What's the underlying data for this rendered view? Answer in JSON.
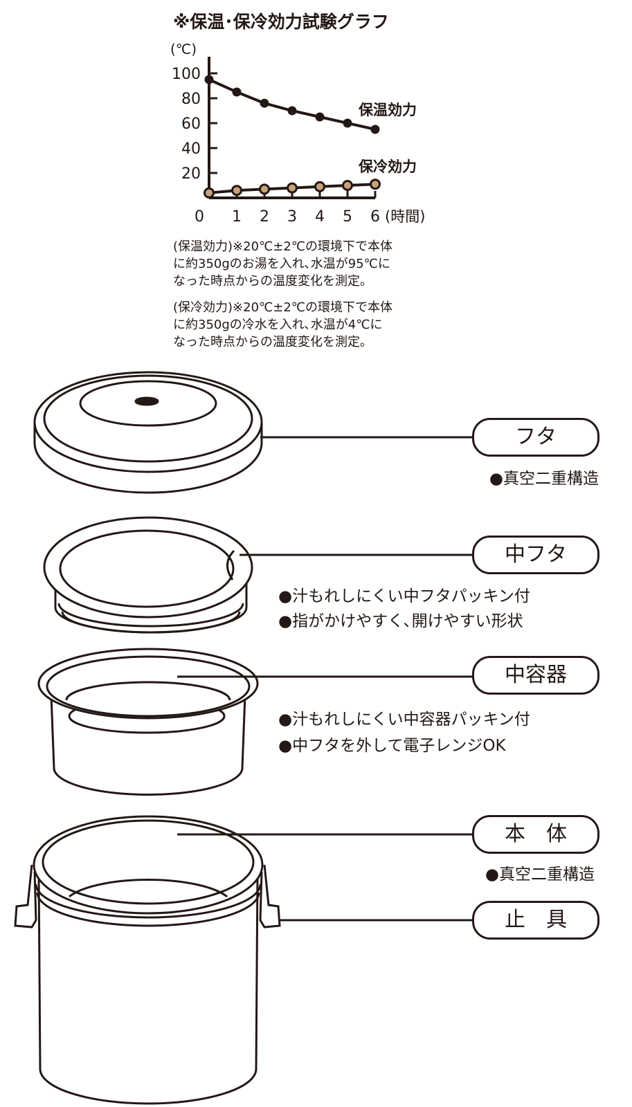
{
  "chart_data": {
    "type": "line",
    "title": "※保温･保冷効力試験グラフ",
    "ylabel": "(℃)",
    "xlabel": "(時間)",
    "x": [
      0,
      1,
      2,
      3,
      4,
      5,
      6
    ],
    "x_ticks": [
      "0",
      "1",
      "2",
      "3",
      "4",
      "5",
      "6"
    ],
    "y_ticks": [
      "20",
      "40",
      "60",
      "80",
      "100"
    ],
    "xlim": [
      0,
      6
    ],
    "ylim": [
      0,
      100
    ],
    "series": [
      {
        "name": "保温効力",
        "values": [
          95,
          85,
          76,
          70,
          65,
          60,
          55
        ]
      },
      {
        "name": "保冷効力",
        "values": [
          4,
          6,
          7,
          8,
          9,
          10,
          11
        ]
      }
    ],
    "grid": false
  },
  "notes": [
    [
      "(保温効力)※20℃±2℃の環境下で本体",
      "に約350gのお湯を入れ､水温が95℃に",
      "なった時点からの温度変化を測定｡"
    ],
    [
      "(保冷効力)※20℃±2℃の環境下で本体",
      "に約350gの冷水を入れ､水温が4℃に",
      "なった時点からの温度変化を測定｡"
    ]
  ],
  "parts": [
    {
      "label": "フタ",
      "features": [
        "●真空二重構造"
      ]
    },
    {
      "label": "中フタ",
      "features": [
        "●汁もれしにくい中フタパッキン付",
        "●指がかけやすく､開けやすい形状"
      ]
    },
    {
      "label": "中容器",
      "features": [
        "●汁もれしにくい中容器パッキン付",
        "●中フタを外して電子レンジOK"
      ]
    },
    {
      "label": "本　体",
      "features": [
        "●真空二重構造"
      ]
    },
    {
      "label": "止　具",
      "features": []
    }
  ],
  "colors": {
    "ink": "#231815",
    "cold_marker": "#c8a27c",
    "background": "#ffffff"
  }
}
